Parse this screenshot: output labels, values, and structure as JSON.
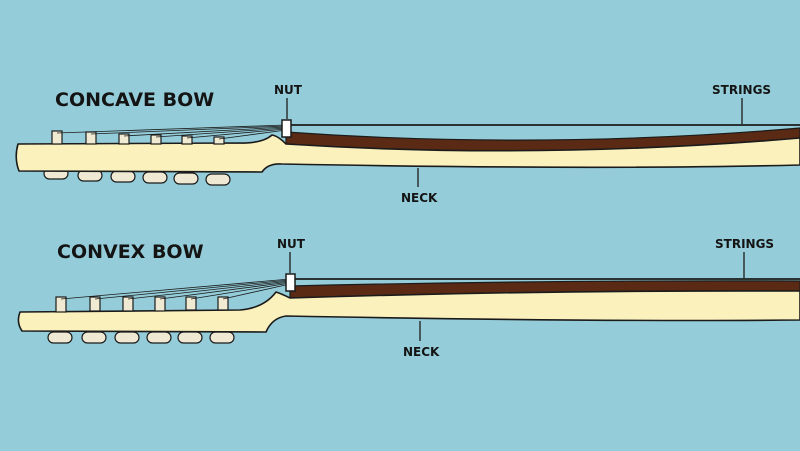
{
  "diagrams": [
    {
      "title": "CONCAVE BOW",
      "labels": {
        "nut": "NUT",
        "strings": "STRINGS",
        "neck": "NECK"
      }
    },
    {
      "title": "CONVEX BOW",
      "labels": {
        "nut": "NUT",
        "strings": "STRINGS",
        "neck": "NECK"
      }
    }
  ],
  "colors": {
    "background": "#94cdd9",
    "neck_wood": "#fbf1bd",
    "fretboard": "#5a2a14",
    "outline": "#1b1b1b"
  }
}
